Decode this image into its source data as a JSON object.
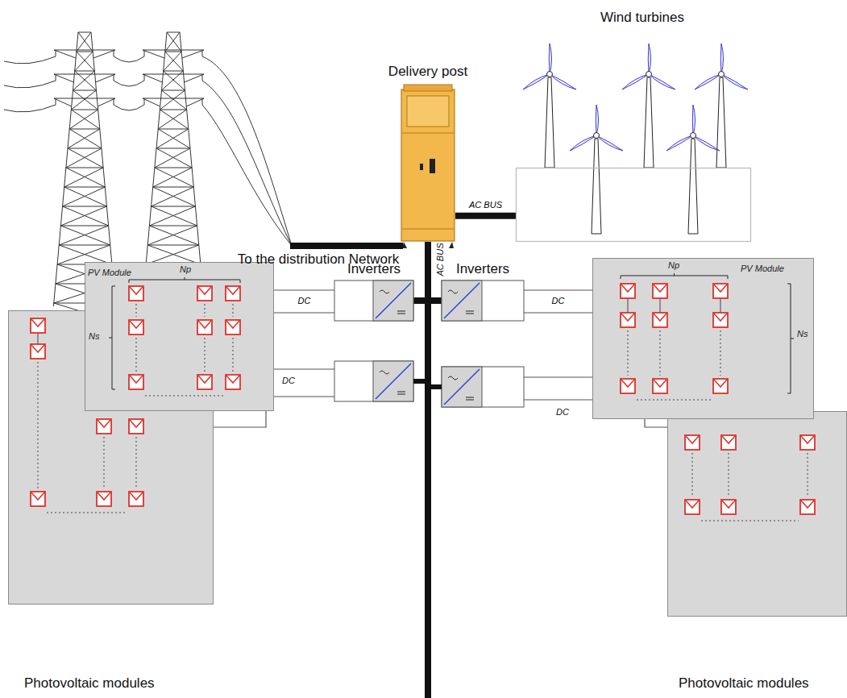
{
  "diagram": {
    "nodes": [
      {
        "text": [
          "Wind turbines"
        ]
      },
      {
        "text": [
          "Delivery post"
        ]
      },
      {
        "text": [
          "Photovoltaic modules"
        ]
      },
      {
        "text": [
          "PV Module",
          "Np",
          "Ns"
        ]
      },
      {
        "text": [
          "Inverters"
        ]
      },
      {
        "text": [
          "Inverters"
        ]
      },
      {
        "text": [
          "Np",
          "PV Module",
          "Ns"
        ]
      },
      {
        "text": [
          "Photovoltaic modules"
        ]
      }
    ],
    "edges": [
      {
        "from": 1,
        "to": 0,
        "label": "AC BUS",
        "arrow": "none"
      },
      {
        "from": 3,
        "to": 4,
        "label": "DC",
        "arrow": "none"
      },
      {
        "from": 5,
        "to": 6,
        "label": "DC",
        "arrow": "none"
      },
      {
        "from": 4,
        "to": 1,
        "arrow": "none"
      },
      {
        "from": 5,
        "to": 1,
        "arrow": "none"
      }
    ],
    "labels": [
      "To the distribution Network",
      "AC BUS",
      "DC",
      "DC"
    ]
  }
}
